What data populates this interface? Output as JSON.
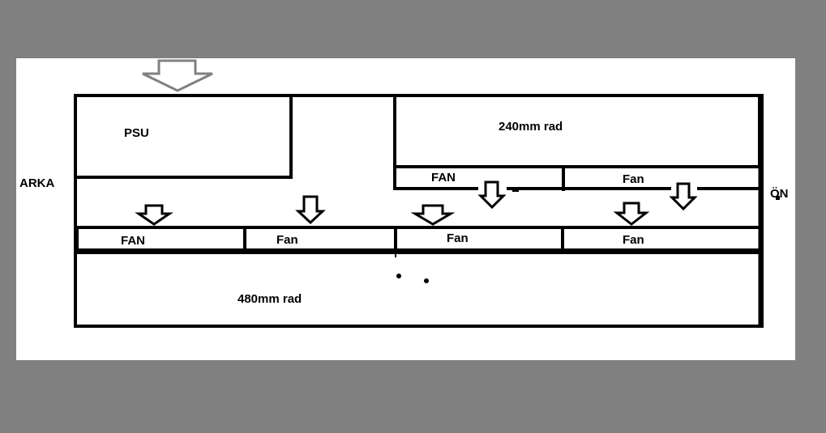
{
  "diagram": {
    "side_labels": {
      "back": "ARKA",
      "front": "ÖN"
    },
    "top": {
      "psu_label": "PSU",
      "radiator_label": "240mm rad",
      "fans": [
        "FAN",
        "Fan"
      ]
    },
    "bottom": {
      "fans": [
        "FAN",
        "Fan",
        "Fan",
        "Fan"
      ],
      "radiator_label": "480mm rad"
    },
    "colors": {
      "background": "#808080",
      "canvas": "#ffffff",
      "stroke": "#000000",
      "intake_arrow": "#808080"
    },
    "icons": {
      "intake_arrow": "arrow-down-outline-icon",
      "airflow_arrow": "arrow-down-outline-icon"
    }
  }
}
